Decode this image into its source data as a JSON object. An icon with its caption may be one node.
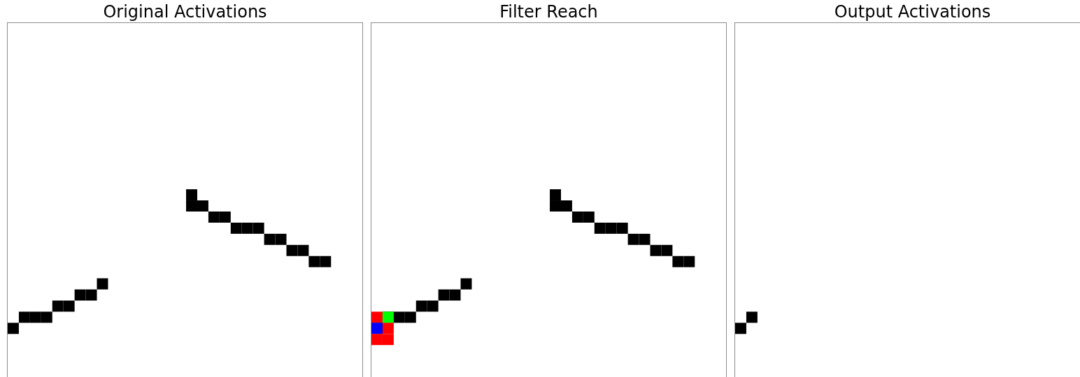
{
  "diagram": {
    "nodes": [
      {
        "text": [
          "Original Activations"
        ]
      },
      {
        "text": [
          "Filter Reach"
        ]
      },
      {
        "text": [
          "Output Activations"
        ]
      }
    ]
  }
}
